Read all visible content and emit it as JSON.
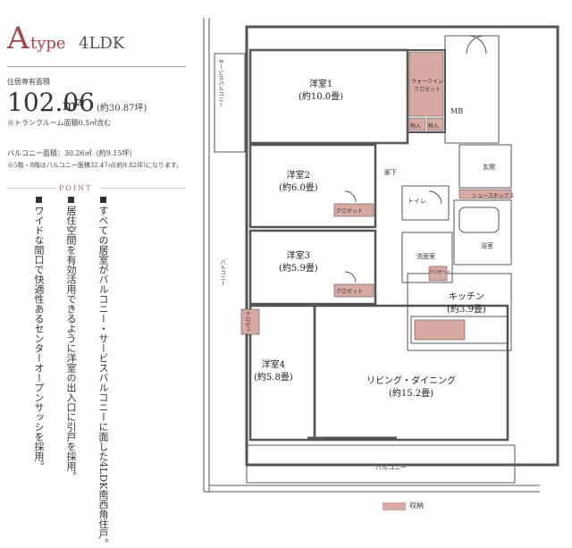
{
  "header": {
    "type_letter": "A",
    "type_word": "type",
    "layout": "4LDK"
  },
  "area": {
    "label": "住居専有面積",
    "value": "102.06",
    "unit": "m²",
    "tsubo": "(約30.87坪)",
    "note": "※トランクルーム面積0.5㎡含む"
  },
  "balcony": {
    "line": "バルコニー面積：30.26㎡（約9.15坪）",
    "note": "※5階・8階はバルコニー面積32.47㎡(約9.82坪)になります。"
  },
  "point": {
    "label": "POINT",
    "items": [
      "すべての居室がバルコニー・サービスバルコニーに面した4LDK南西角住戸。",
      "居住空間を有効活用できるように洋室の出入口に引戸を採用。",
      "ワイドな間口で快適性あるセンターオープンサッシを採用。"
    ]
  },
  "plan": {
    "rooms": {
      "yoshitsu1": {
        "name": "洋室1",
        "size": "(約10.0畳)"
      },
      "yoshitsu2": {
        "name": "洋室2",
        "size": "(約6.0畳)"
      },
      "yoshitsu3": {
        "name": "洋室3",
        "size": "(約5.9畳)"
      },
      "yoshitsu4": {
        "name": "洋室4",
        "size": "(約5.8畳)"
      },
      "kitchen": {
        "name": "キッチン",
        "size": "(約3.9畳)"
      },
      "living": {
        "name": "リビング・ダイニング",
        "size": "(約15.2畳)"
      }
    },
    "labels": {
      "service_balcony": "サービスバルコニー",
      "balcony_side": "バルコニー",
      "balcony_bottom": "バルコニー",
      "walkin": "ウォークイン\nクロゼット",
      "mb": "MB",
      "nyuka1": "物入",
      "nyuka2": "物入",
      "genkan": "玄関",
      "shoebox": "シューズボックス",
      "roka": "廊下",
      "toilet": "トイレ",
      "bath": "浴室",
      "senmen": "洗面室",
      "closet2": "クロゼット",
      "closet3": "クロゼット",
      "closet4": "クロゼット",
      "closet_small": "クロゼット"
    }
  },
  "legend": {
    "label": "収納"
  },
  "colors": {
    "accent": "#a3454a",
    "storage": "#d9aaa4",
    "wall": "#555555"
  }
}
